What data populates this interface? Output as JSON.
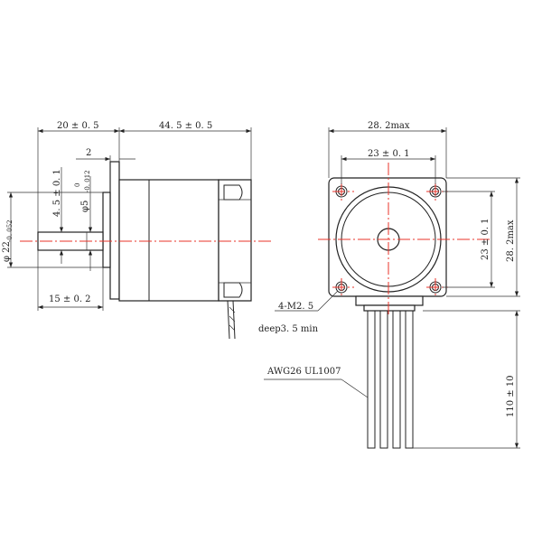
{
  "colors": {
    "line": "#222222",
    "centerline": "#e8332a",
    "background": "#ffffff"
  },
  "dims": {
    "body_length": "20 ± 0. 5",
    "motor_length": "44. 5 ± 0. 5",
    "boss_step": "2",
    "flat": "4. 5 ± 0. 1",
    "shaft_diameter": "φ5",
    "shaft_tol_upper": "0",
    "shaft_tol_lower": "-0. 012",
    "boss_diameter": "φ 22",
    "boss_tol": "-0. 052",
    "shaft_length": "15 ± 0. 2",
    "frame_width": "28. 2max",
    "hole_pitch_h": "23 ± 0. 1",
    "hole_pitch_v": "23 ± 0. 1",
    "frame_height": "28. 2max",
    "screw_spec": "4-M2. 5",
    "screw_depth": "deep3. 5 min",
    "wire_spec": "AWG26 UL1007",
    "lead_length": "110 ± 10"
  }
}
